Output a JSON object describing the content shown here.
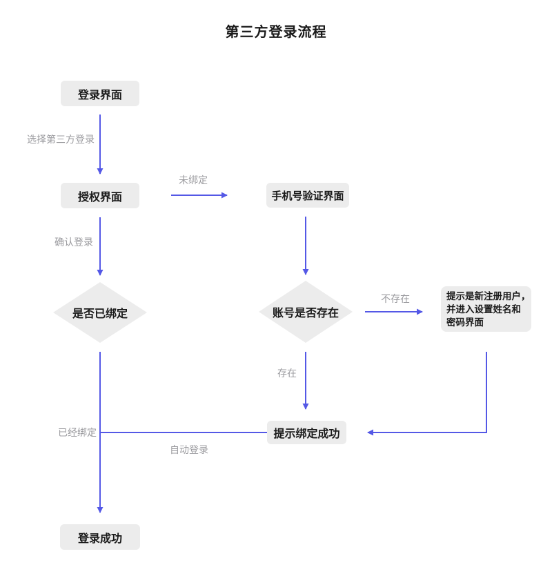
{
  "title": "第三方登录流程",
  "colors": {
    "edge": "#5458e6",
    "node_fill": "#ececec",
    "node_text": "#1a1a1a",
    "edge_label_text": "#9b9b9f"
  },
  "nodes": {
    "login_screen": "登录界面",
    "auth_screen": "授权界面",
    "phone_verify_screen": "手机号验证界面",
    "is_bound_decision": "是否已绑定",
    "account_exists_decision": "账号是否存在",
    "new_user_note_lines": [
      "提示是新注册用户，",
      "并进入设置姓名和",
      "密码界面"
    ],
    "bind_success": "提示绑定成功",
    "login_success": "登录成功"
  },
  "edge_labels": {
    "choose_third_party": "选择第三方登录",
    "not_bound": "未绑定",
    "confirm_login": "确认登录",
    "not_exist": "不存在",
    "exist": "存在",
    "already_bound": "已经绑定",
    "auto_login": "自动登录"
  }
}
